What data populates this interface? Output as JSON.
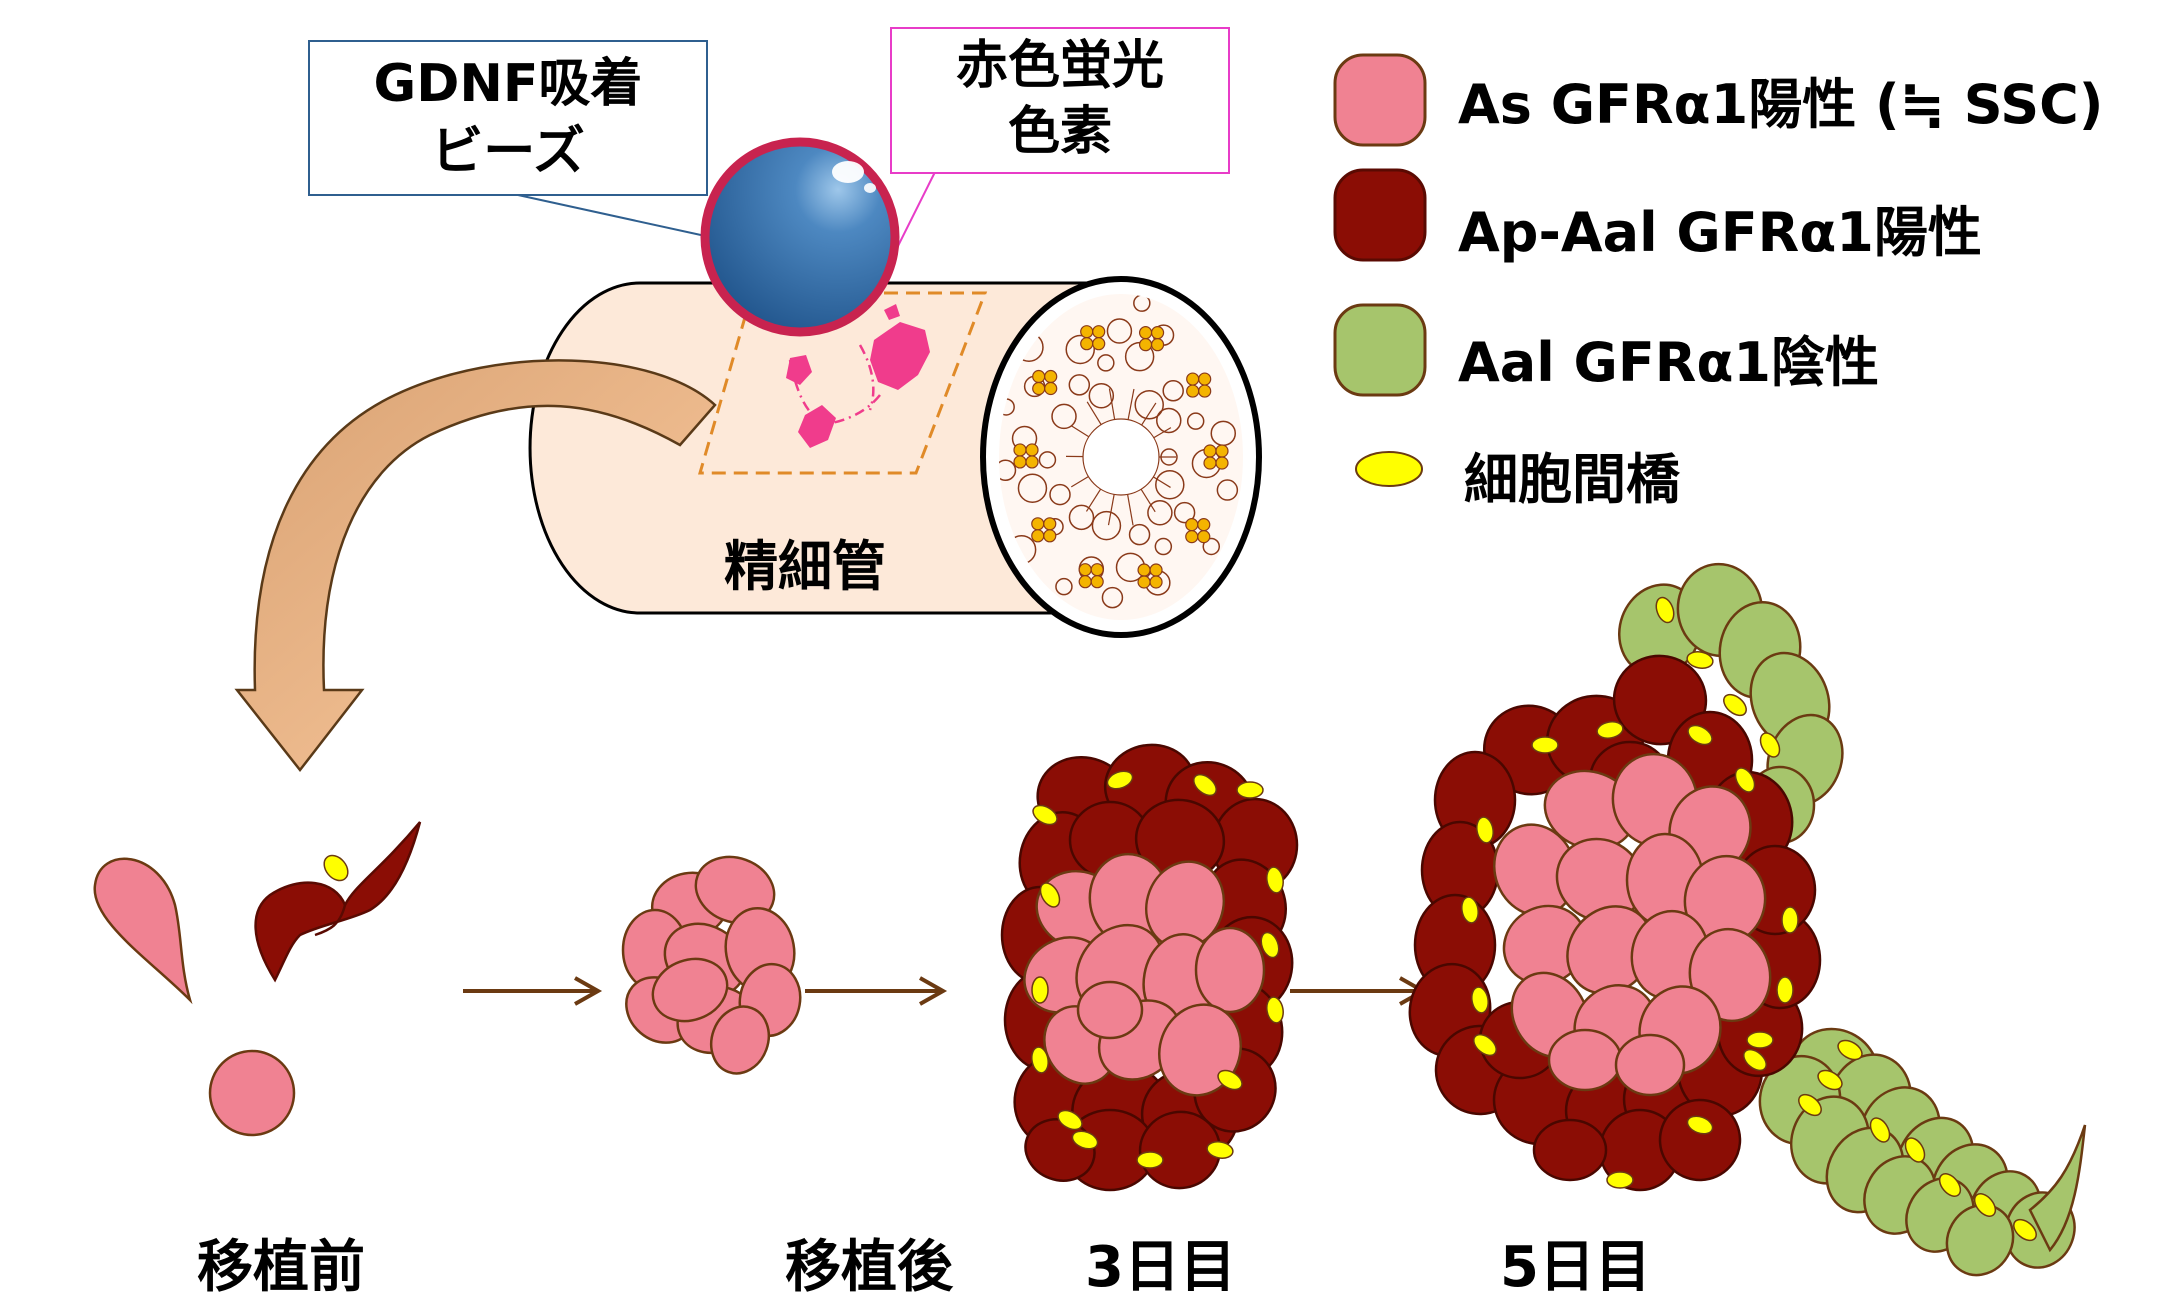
{
  "callouts": {
    "gdnf_bead": {
      "line1": "GDNF吸着",
      "line2": "ビーズ"
    },
    "red_dye": {
      "line1": "赤色蛍光",
      "line2": "色素"
    }
  },
  "tubule_label": "精細管",
  "legend": [
    {
      "label": "As GFRα1陽性 (≒ SSC)",
      "color": "#f08292",
      "shape": "rounded-square"
    },
    {
      "label": "Ap-Aal GFRα1陽性",
      "color": "#8b0d05",
      "shape": "rounded-square"
    },
    {
      "label": "Aal GFRα1陰性",
      "color": "#a6c56c",
      "shape": "rounded-square"
    },
    {
      "label": "細胞間橋",
      "color": "#ffff00",
      "shape": "ellipse"
    }
  ],
  "stages": {
    "before": "移植前",
    "after": "移植後",
    "day3": "3日目",
    "day5": "5日目"
  },
  "colors": {
    "pink": "#f08292",
    "darkred": "#8b0d05",
    "green": "#a6c56c",
    "bridge": "#ffff00",
    "outline": "#6b3a12",
    "tube_fill": "#fde9d9",
    "bead_blue": "#2e6aa3",
    "bead_ring": "#c8234f",
    "magenta": "#f03c8c",
    "big_arrow": "#f6be8a"
  }
}
